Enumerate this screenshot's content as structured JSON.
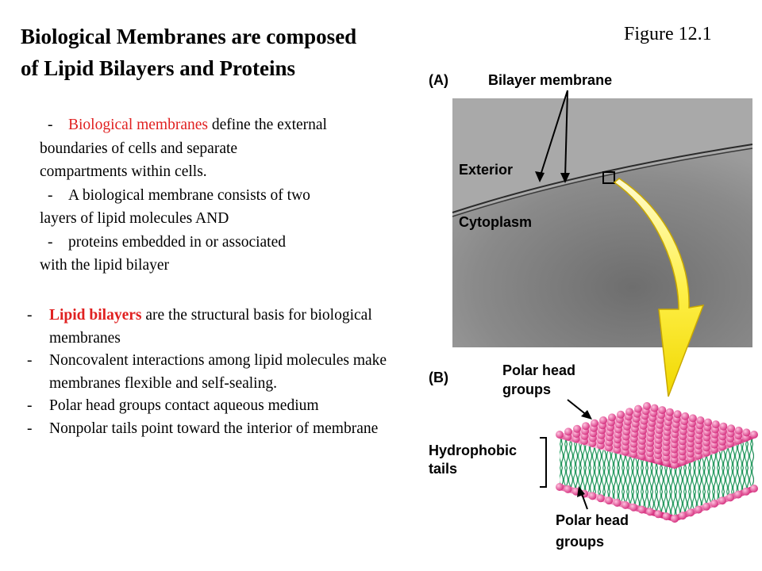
{
  "slide": {
    "title_line1": "Biological Membranes are composed",
    "title_line2": "of Lipid Bilayers and Proteins",
    "figure_label": "Figure 12.1"
  },
  "block1": {
    "b1_red": "Biological membranes",
    "b1_rest": " define the external",
    "b1_l2": "boundaries of cells and separate",
    "b1_l3": "compartments within cells.",
    "b2_l1": "A biological membrane consists of two",
    "b2_l2": "layers of lipid molecules AND",
    "b3_l1": "proteins embedded in or associated",
    "b3_l2": "with the lipid bilayer"
  },
  "block2": {
    "b1_red": "Lipid bilayers",
    "b1_rest": " are the structural basis for biological membranes",
    "b2": "Noncovalent interactions among lipid molecules make membranes flexible and self-sealing.",
    "b3": "Polar head groups contact aqueous medium",
    "b4": "Nonpolar tails point toward the interior of membrane"
  },
  "figure": {
    "panel_a": "(A)",
    "panel_a_title": "Bilayer membrane",
    "exterior": "Exterior",
    "cytoplasm": "Cytoplasm",
    "panel_b": "(B)",
    "polar_top_1": "Polar head",
    "polar_top_2": "groups",
    "hydro_1": "Hydrophobic",
    "hydro_2": "tails",
    "polar_bot_1": "Polar head",
    "polar_bot_2": "groups"
  },
  "colors": {
    "red_text": "#e02020",
    "head_pink": "#e83c8c",
    "tail_green": "#2ea86a",
    "arrow_yellow": "#ffef3a"
  },
  "icons": [
    "curved-arrow-icon",
    "pointer-arrow-icon"
  ]
}
